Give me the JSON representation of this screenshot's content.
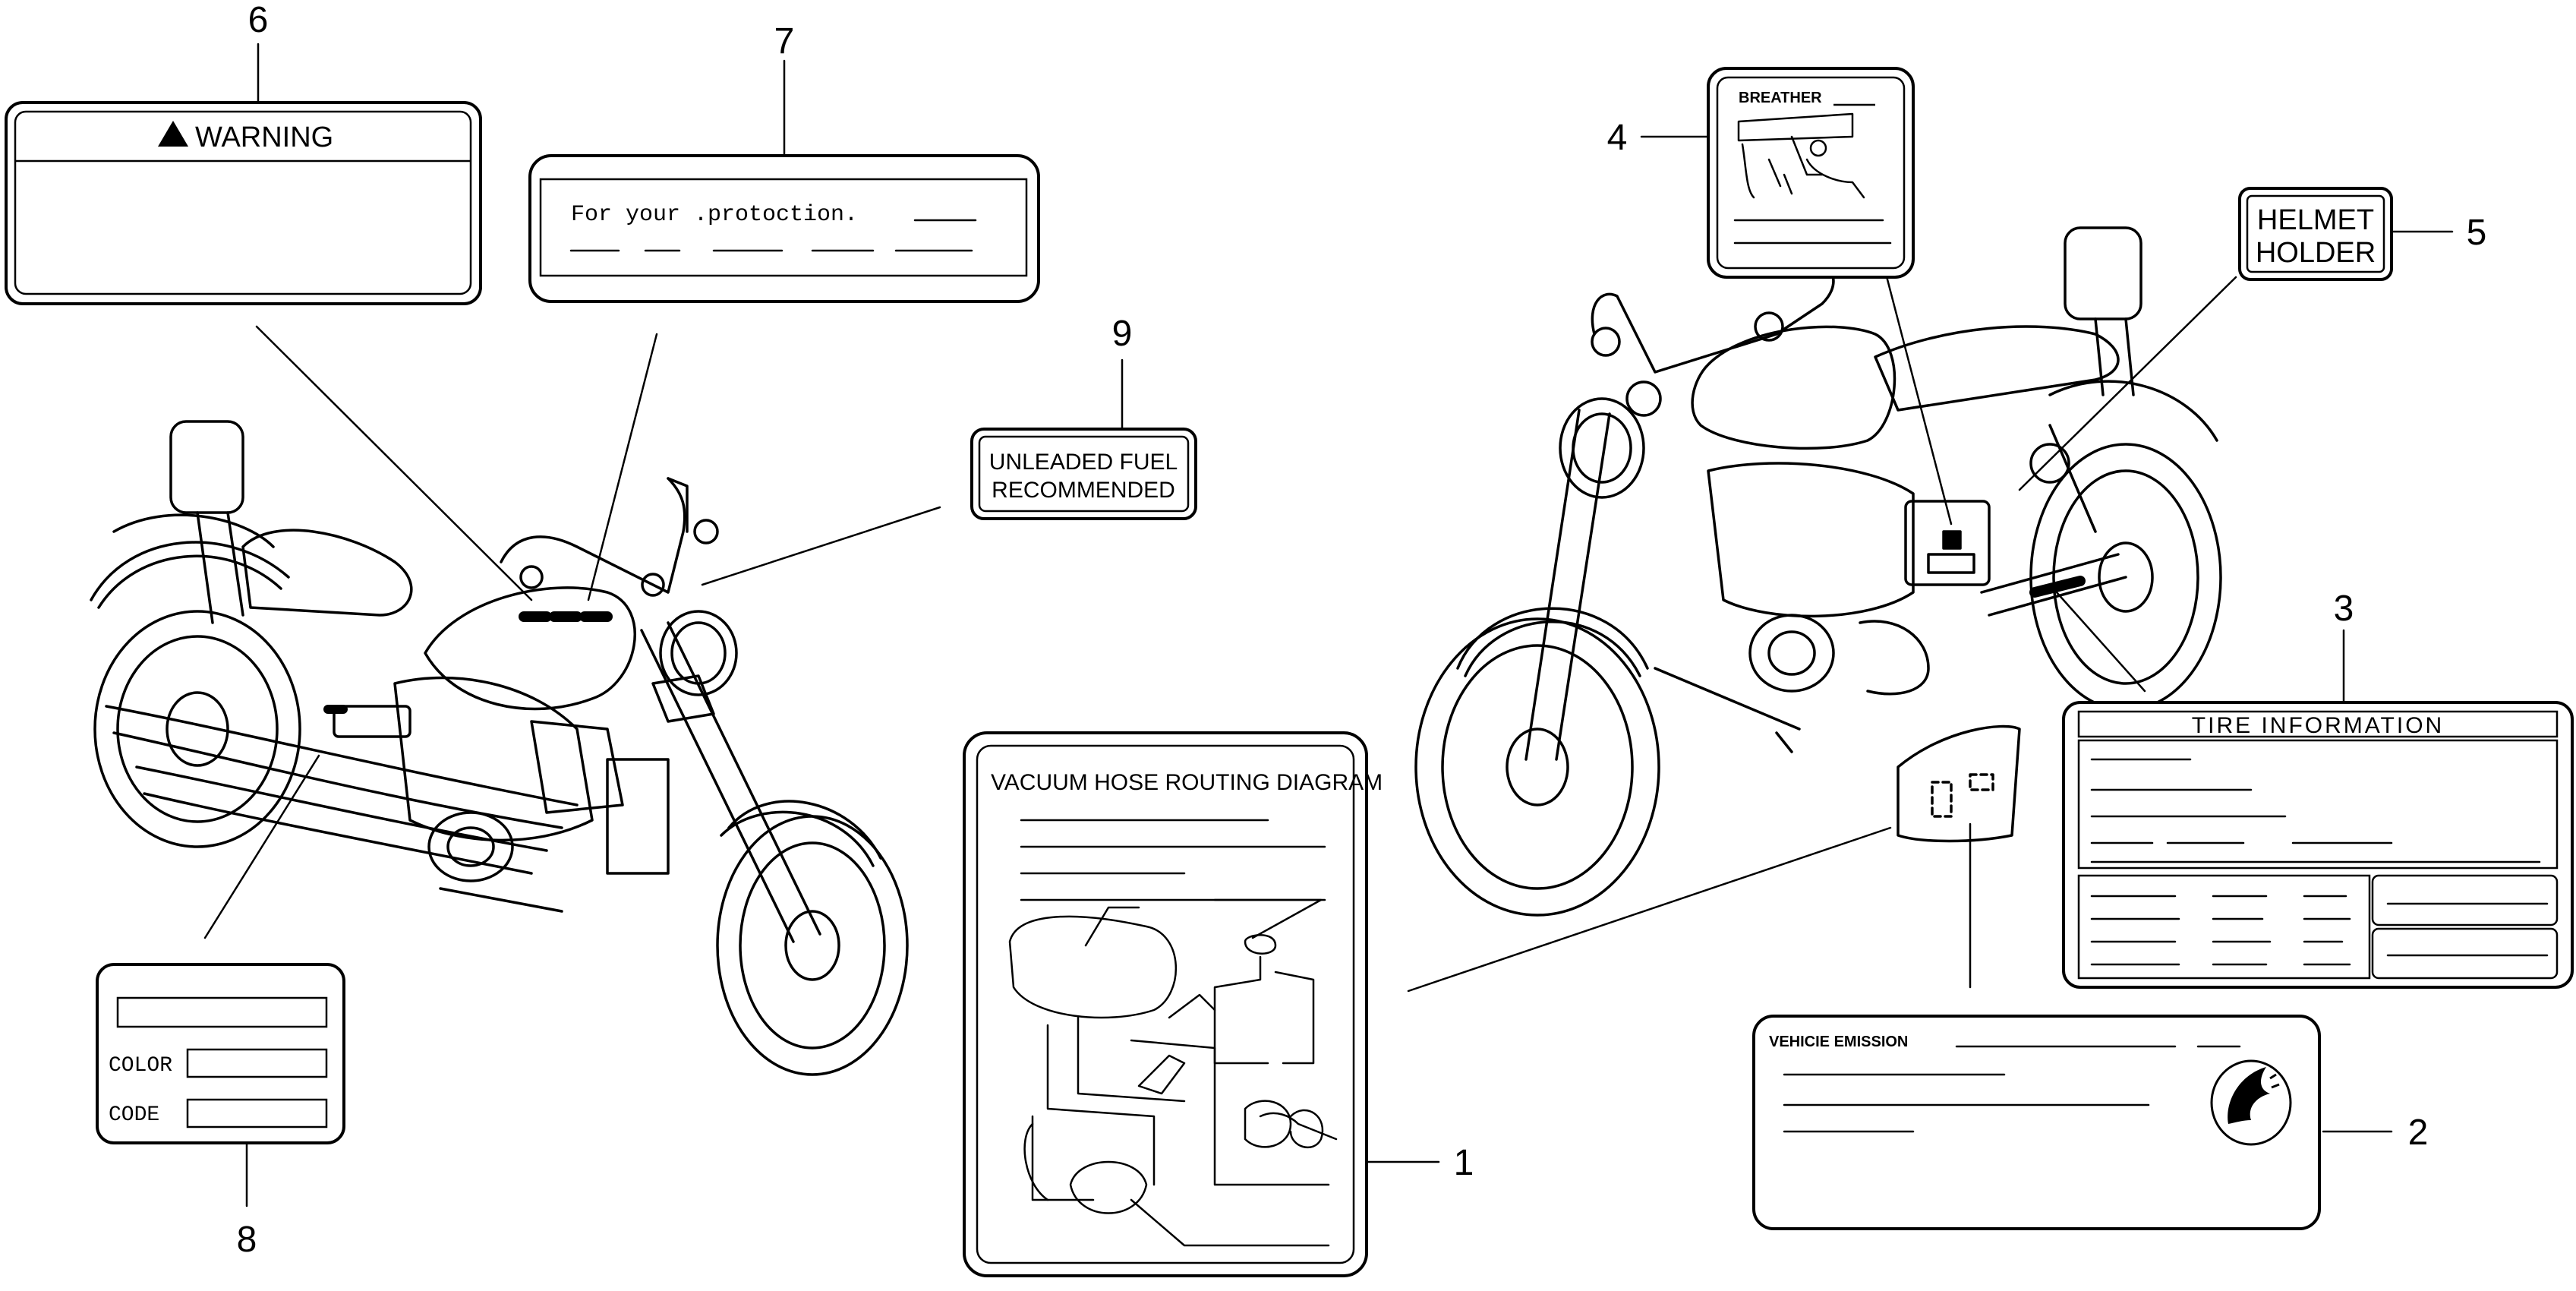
{
  "callouts": [
    "1",
    "2",
    "3",
    "4",
    "5",
    "6",
    "7",
    "8",
    "9"
  ],
  "labels": {
    "warning": "WARNING",
    "protection": "For your .protoction.",
    "unleaded_line1": "UNLEADED FUEL",
    "unleaded_line2": "RECOMMENDED",
    "color": "COLOR",
    "code": "CODE",
    "vacuum": "VACUUM HOSE ROUTING DIAGRAM",
    "breather": "BREATHER",
    "helmet_line1": "HELMET",
    "helmet_line2": "HOLDER",
    "tire": "TIRE INFORMATION",
    "emission": "VEHICIE EMISSION"
  },
  "icons": [
    "warning-triangle-icon",
    "honda-wing-logo-icon"
  ]
}
